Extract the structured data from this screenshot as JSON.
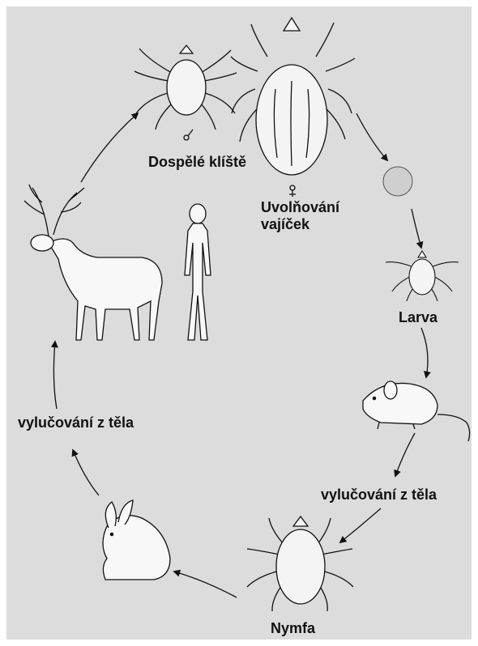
{
  "labels": {
    "adult": "Dospělé klíště",
    "eggs_line1": "Uvolňování",
    "eggs_line2": "vajíček",
    "larva": "Larva",
    "excretion_right": "vylučování z těla",
    "nymph": "Nymfa",
    "excretion_left": "vylučování z těla"
  },
  "symbols": {
    "male": "♂",
    "female": "♀"
  },
  "icons": [
    "male-tick-icon",
    "female-tick-icon",
    "egg-icon",
    "larva-icon",
    "mouse-icon",
    "nymph-icon",
    "hare-icon",
    "deer-icon",
    "human-icon"
  ],
  "colors": {
    "background": "#dcdcdc",
    "ink": "#111111",
    "fill": "#f4f4f4"
  }
}
